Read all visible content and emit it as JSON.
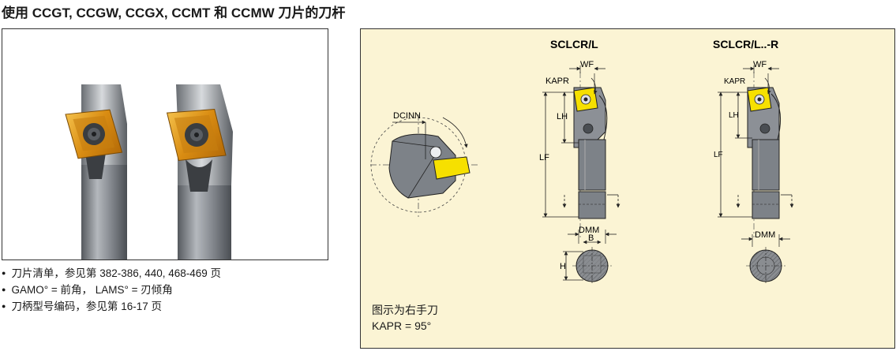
{
  "title": "使用 CCGT, CCGW, CCGX, CCMT 和 CCMW 刀片的刀杆",
  "bullets": [
    "刀片清单，参见第 382-386, 440, 468-469 页",
    "GAMO° = 前角， LAMS° = 刃倾角",
    "刀柄型号编码，参见第 16-17 页"
  ],
  "diagram": {
    "labels": {
      "sclcr_l": "SCLCR/L",
      "sclcr_l_r": "SCLCR/L..-R",
      "dcinn": "DCINN",
      "wf1": "WF",
      "wf2": "WF",
      "kapr1": "KAPR",
      "kapr2": "KAPR",
      "lh1": "LH",
      "lh2": "LH",
      "lf1": "LF",
      "lf2": "LF",
      "dmm1": "DMM",
      "dmm2": "DMM",
      "b": "B",
      "h": "H"
    },
    "caption_line1": "图示为右手刀",
    "caption_line2": "KAPR = 95°"
  },
  "colors": {
    "diagram_bg": "#fbf4d4",
    "insert_gold": "#e8a21c",
    "insert_yellow": "#f6e000",
    "shank_gray": "#7d8288"
  }
}
